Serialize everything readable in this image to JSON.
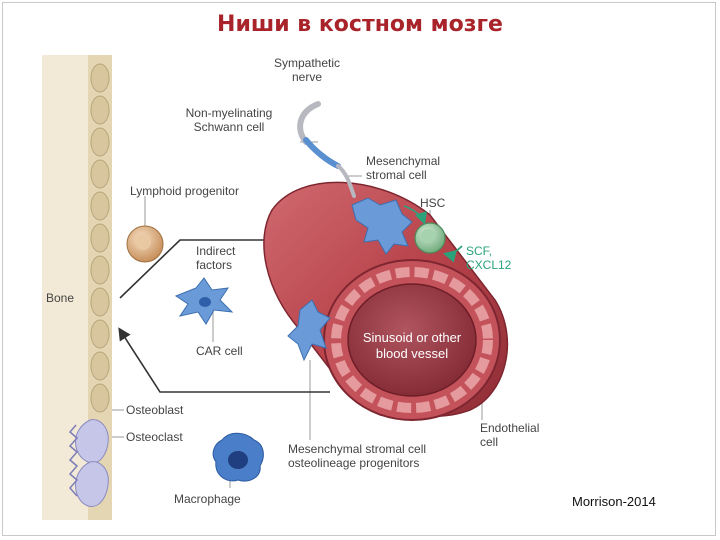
{
  "title": "Ниши в костном мозге",
  "labels": {
    "sympathetic_nerve": "Sympathetic nerve",
    "schwann_cell": "Non-myelinating Schwann cell",
    "mesenchymal_stromal_cell": "Mesenchymal stromal cell",
    "lymphoid_progenitor": "Lymphoid progenitor",
    "hsc": "HSC",
    "indirect_factors": "Indirect factors",
    "scf_cxcl12": "SCF, CXCL12",
    "bone": "Bone",
    "sinusoid": "Sinusoid or other blood vessel",
    "car_cell": "CAR cell",
    "osteoblast": "Osteoblast",
    "osteoclast": "Osteoclast",
    "endothelial_cell": "Endothelial cell",
    "msc_osteolineage": "Mesenchymal stromal cell osteolineage progenitors",
    "macrophage": "Macrophage"
  },
  "credit": "Morrison-2014",
  "colors": {
    "title": "#a8242a",
    "vessel": "#b8434b",
    "vessel_dark": "#8e2d35",
    "lumen": "#9a3a44",
    "stromal": "#5a8fd0",
    "hsc": "#7fb98a",
    "lymphoid": "#d8a878",
    "bone": "#e6d8b8",
    "green_text": "#2aa37b"
  },
  "icons": [
    "arrow-icon"
  ]
}
